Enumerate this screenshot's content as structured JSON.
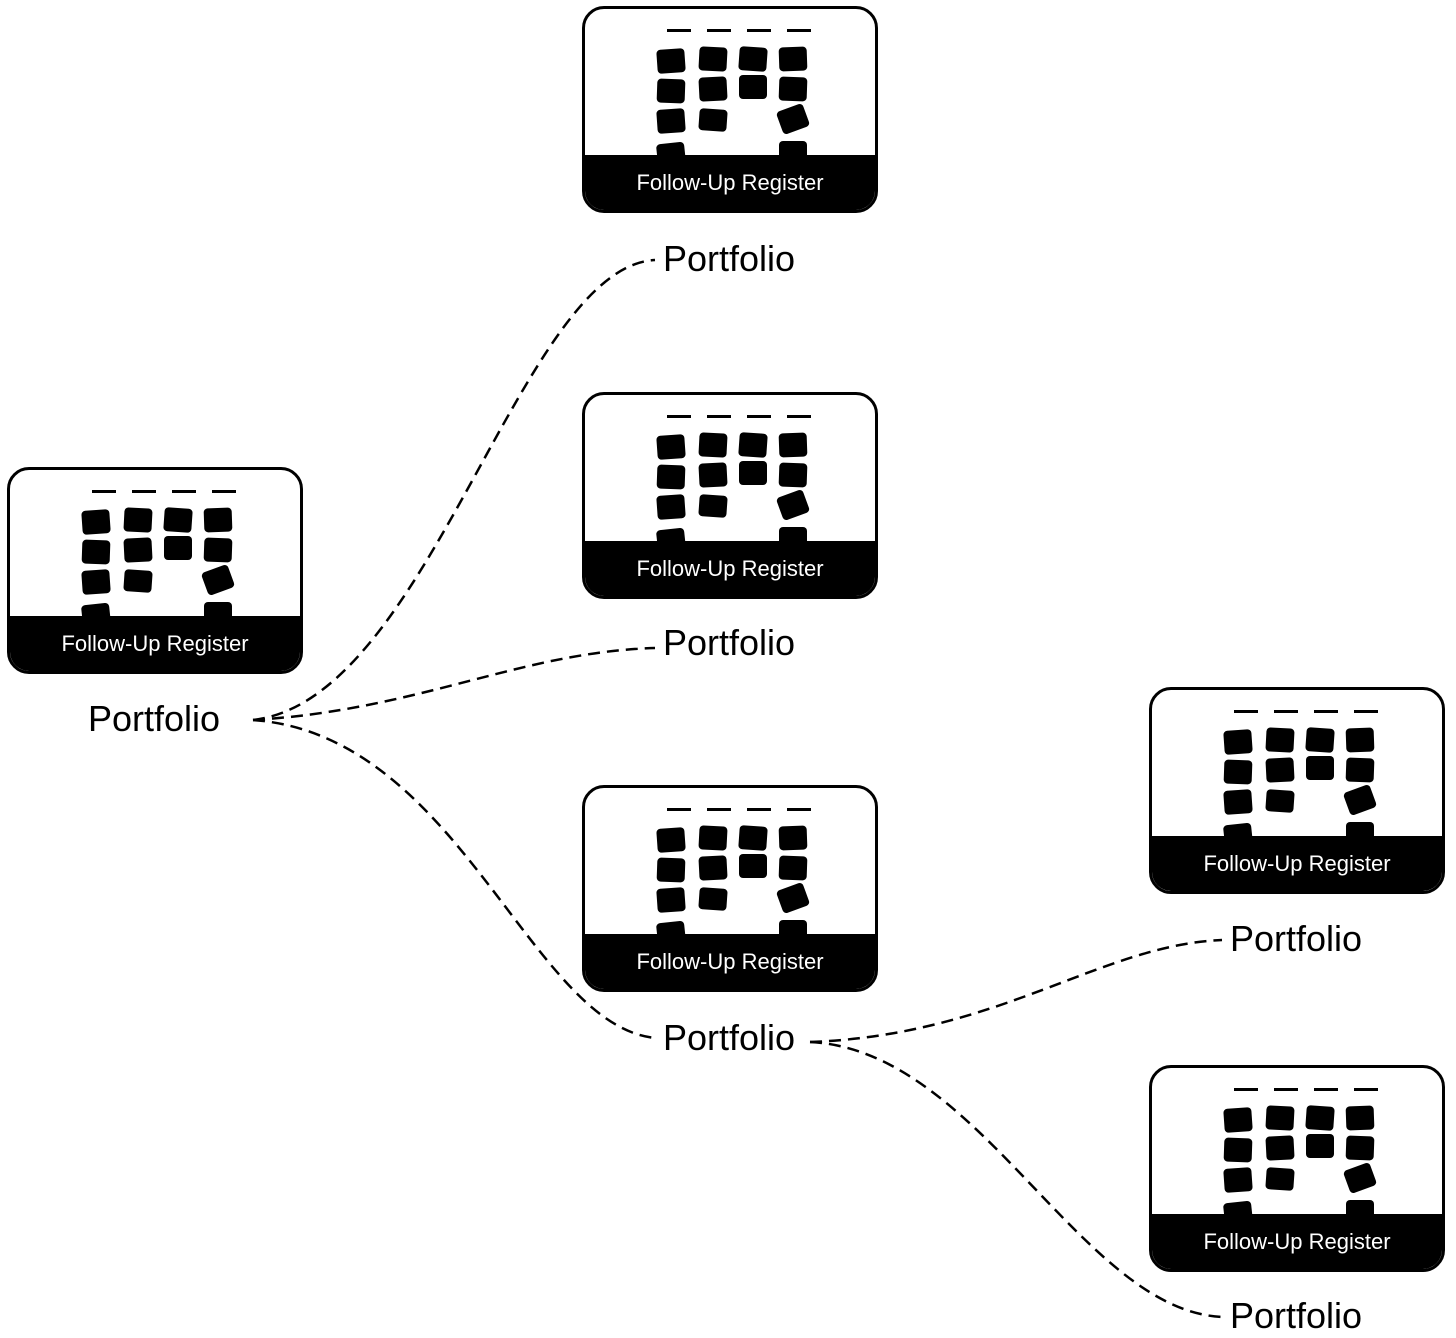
{
  "nodes": [
    {
      "id": "root",
      "label": "Portfolio",
      "card_title": "Follow-Up Register",
      "icon": "sticky-notes-board-icon"
    },
    {
      "id": "child1",
      "label": "Portfolio",
      "card_title": "Follow-Up Register",
      "icon": "sticky-notes-board-icon"
    },
    {
      "id": "child2",
      "label": "Portfolio",
      "card_title": "Follow-Up Register",
      "icon": "sticky-notes-board-icon"
    },
    {
      "id": "child3",
      "label": "Portfolio",
      "card_title": "Follow-Up Register",
      "icon": "sticky-notes-board-icon"
    },
    {
      "id": "grand1",
      "label": "Portfolio",
      "card_title": "Follow-Up Register",
      "icon": "sticky-notes-board-icon"
    },
    {
      "id": "grand2",
      "label": "Portfolio",
      "card_title": "Follow-Up Register",
      "icon": "sticky-notes-board-icon"
    }
  ],
  "edges": [
    {
      "from": "root",
      "to": "child1"
    },
    {
      "from": "root",
      "to": "child2"
    },
    {
      "from": "root",
      "to": "child3"
    },
    {
      "from": "child3",
      "to": "grand1"
    },
    {
      "from": "child3",
      "to": "grand2"
    }
  ],
  "colors": {
    "ink": "#000000",
    "paper": "#ffffff"
  }
}
